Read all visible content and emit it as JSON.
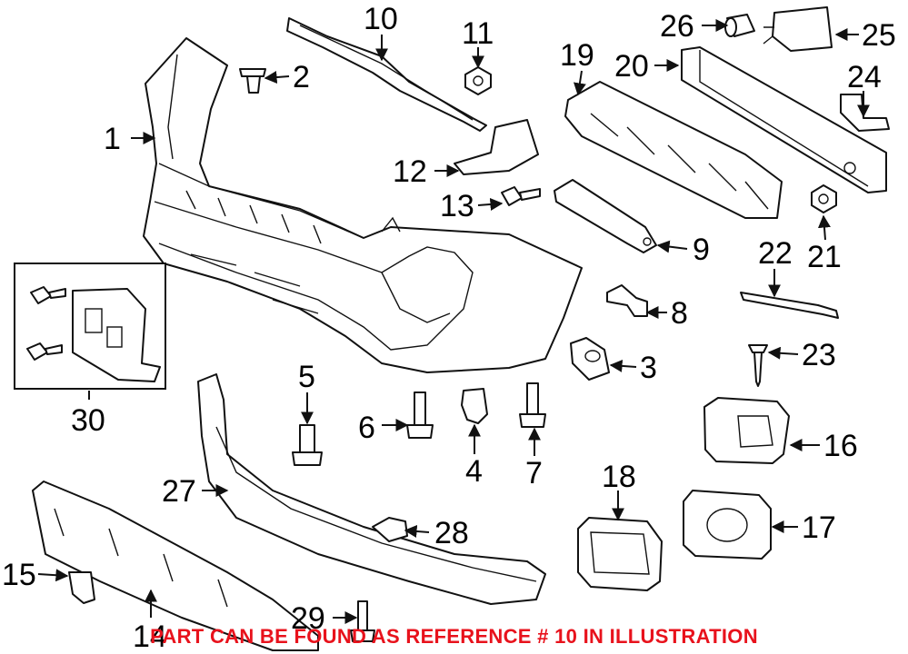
{
  "callouts": {
    "c1": "1",
    "c2": "2",
    "c3": "3",
    "c4": "4",
    "c5": "5",
    "c6": "6",
    "c7": "7",
    "c8": "8",
    "c9": "9",
    "c10": "10",
    "c11": "11",
    "c12": "12",
    "c13": "13",
    "c14": "14",
    "c15": "15",
    "c16": "16",
    "c17": "17",
    "c18": "18",
    "c19": "19",
    "c20": "20",
    "c21": "21",
    "c22": "22",
    "c23": "23",
    "c24": "24",
    "c25": "25",
    "c26": "26",
    "c27": "27",
    "c28": "28",
    "c29": "29",
    "c30": "30"
  },
  "note": "PART CAN BE FOUND AS REFERENCE # 10 IN ILLUSTRATION",
  "colors": {
    "note": "#e8121c",
    "lines": "#111111"
  }
}
